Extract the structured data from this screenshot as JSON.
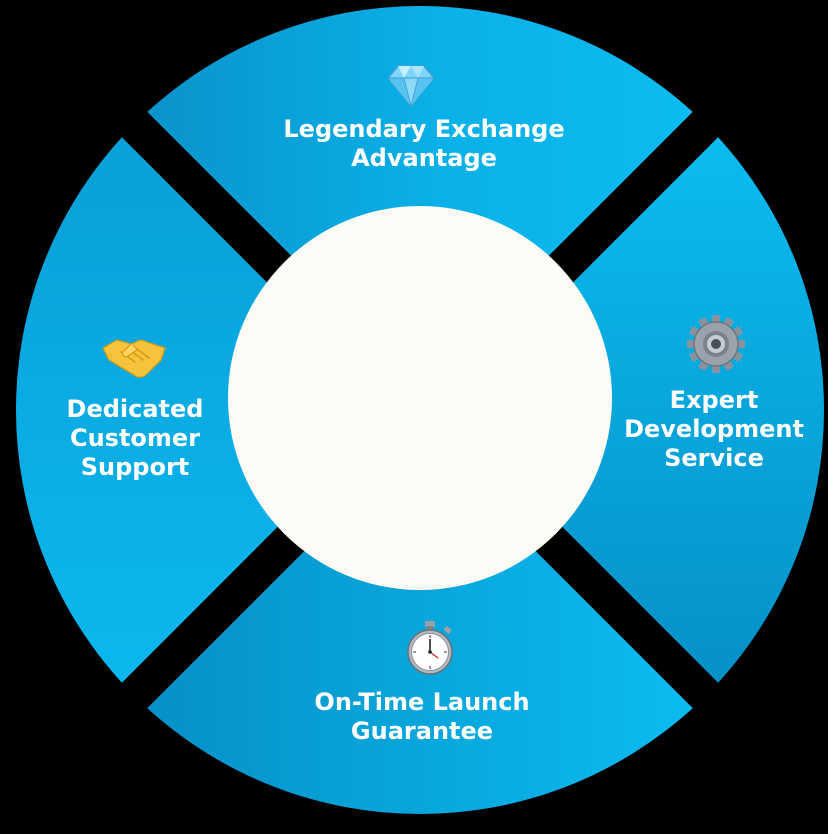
{
  "colors": {
    "background": "#000000",
    "segment_light": "#0ab8ee",
    "segment_dark": "#0590c9",
    "center": "#fdfbf6",
    "text": "#ffffff"
  },
  "segments": [
    {
      "id": "top",
      "icon": "diamond-icon",
      "lines": [
        "Legendary Exchange",
        "Advantage"
      ]
    },
    {
      "id": "right",
      "icon": "gear-icon",
      "lines": [
        "Expert",
        "Development",
        "Service"
      ]
    },
    {
      "id": "bottom",
      "icon": "stopwatch-icon",
      "lines": [
        "On-Time Launch",
        "Guarantee"
      ]
    },
    {
      "id": "left",
      "icon": "handshake-icon",
      "lines": [
        "Dedicated",
        "Customer",
        "Support"
      ]
    }
  ]
}
